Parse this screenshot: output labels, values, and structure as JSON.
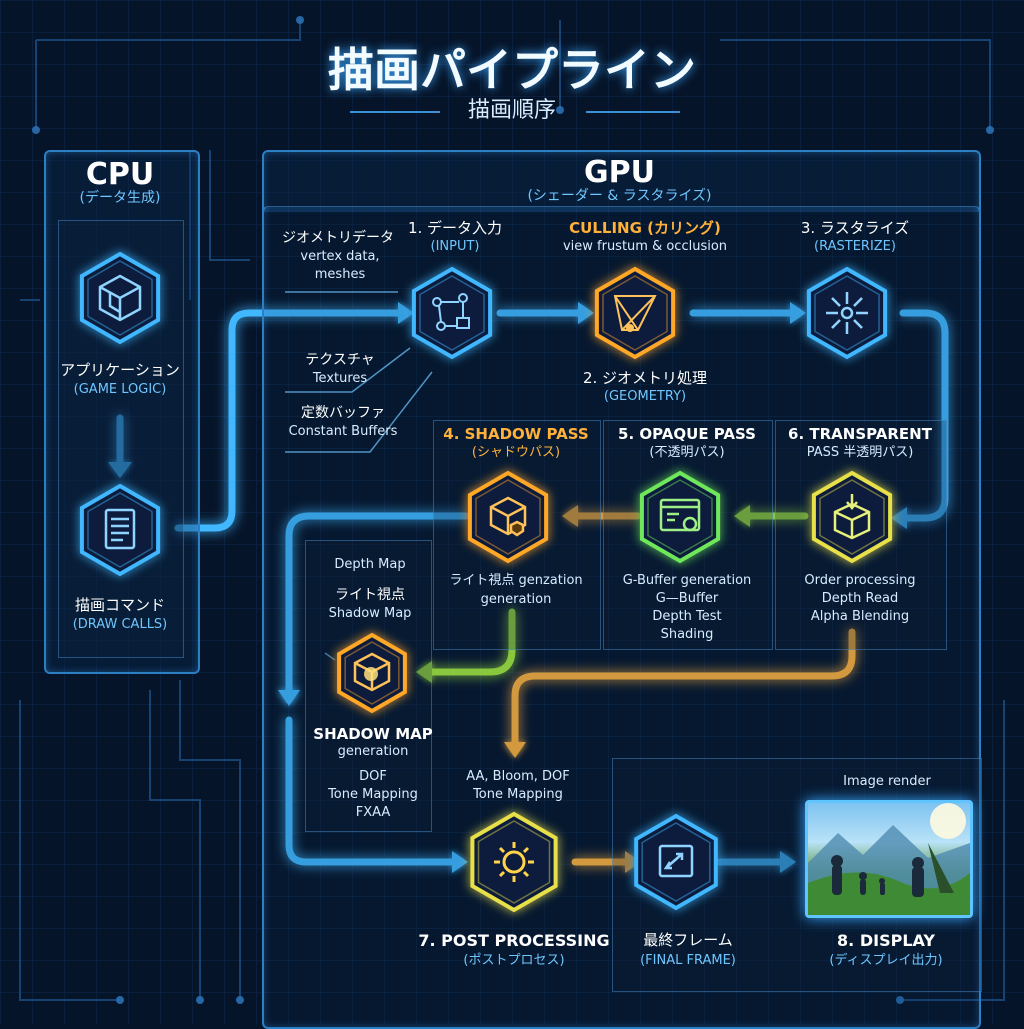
{
  "title": "描画パイプライン",
  "subtitle": "描画順序",
  "cpu": {
    "title": "CPU",
    "subtitle": "(データ生成)",
    "app": {
      "label": "アプリケーション",
      "sublabel": "(GAME LOGIC)"
    },
    "draw": {
      "label": "描画コマンド",
      "sublabel": "(DRAW CALLS)"
    }
  },
  "gpu": {
    "title": "GPU",
    "subtitle": "(シェーダー & ラスタライズ)"
  },
  "inputs": {
    "geometry_jp": "ジオメトリデータ",
    "geometry_en1": "vertex data,",
    "geometry_en2": "meshes",
    "textures_jp": "テクスチャ",
    "textures_en": "Textures",
    "buffers_jp": "定数バッファ",
    "buffers_en": "Constant Buffers"
  },
  "stages": {
    "input": {
      "label": "1. データ入力",
      "sublabel": "(INPUT)"
    },
    "culling": {
      "label": "CULLING (カリング)",
      "sublabel": "view frustum & occlusion"
    },
    "geometry": {
      "label": "2. ジオメトリ処理",
      "sublabel": "(GEOMETRY)"
    },
    "rasterize": {
      "label": "3. ラスタライズ",
      "sublabel": "(RASTERIZE)"
    },
    "shadow": {
      "label": "4. SHADOW PASS",
      "sublabel": "(シャドウパス)",
      "desc1": "ライト視点 genzation",
      "desc2": "generation"
    },
    "opaque": {
      "label": "5. OPAQUE PASS",
      "sublabel": "(不透明パス)",
      "desc1": "G-Buffer generation",
      "desc2": "G—Buffer",
      "desc3": "Depth Test",
      "desc4": "Shading"
    },
    "transparent": {
      "label": "6. TRANSPARENT",
      "sublabel": "PASS 半透明パス)",
      "desc1": "Order processing",
      "desc2": "Depth Read",
      "desc3": "Alpha Blending"
    },
    "shadowmap": {
      "note1": "Depth Map",
      "note2": "ライト視点",
      "note3": "Shadow Map",
      "label": "SHADOW MAP",
      "sublabel": "generation",
      "desc1": "DOF",
      "desc2": "Tone Mapping",
      "desc3": "FXAA"
    },
    "post": {
      "note1": "AA, Bloom, DOF",
      "note2": "Tone Mapping",
      "label": "7. POST PROCESSING",
      "sublabel": "(ポストプロセス)"
    },
    "final": {
      "label": "最終フレーム",
      "sublabel": "(FINAL FRAME)"
    },
    "display": {
      "note": "Image render",
      "label": "8. DISPLAY",
      "sublabel": "(ディスプレイ出力)"
    }
  },
  "colors": {
    "blue": "#3fb7ff",
    "orange": "#ffa726",
    "green": "#6ee85a",
    "yellow": "#e8e04a",
    "bg": "#061429"
  },
  "icons": {
    "app": "cube-icon",
    "draw": "document-icon",
    "input": "node-graph-icon",
    "culling": "frustum-icon",
    "rasterize": "burst-icon",
    "shadow": "shield-box-icon",
    "opaque": "screen-gear-icon",
    "transparent": "box-arrows-icon",
    "shadowmap": "cube-glow-icon",
    "post": "gear-icon",
    "final": "frame-icon"
  }
}
